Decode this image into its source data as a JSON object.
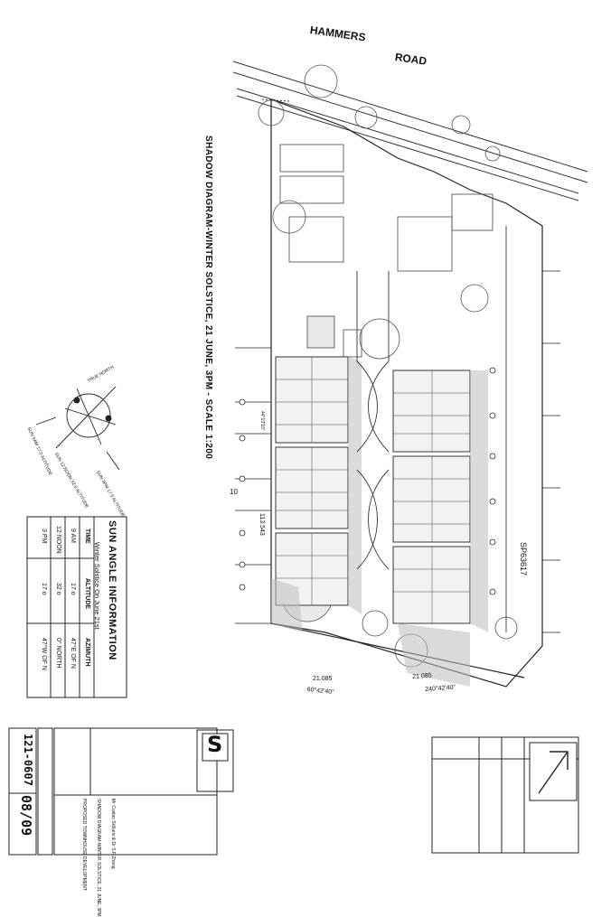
{
  "road": {
    "word1": "HAMMERS",
    "word2": "ROAD"
  },
  "diagram_title": "SHADOW DIAGRAM-WINTER SOLSTICE, 21 JUNE, 3PM - SCALE 1:200",
  "north_labels": {
    "true_north": "TRUE NORTH",
    "summer": "SUN 9AM 17.0 ALTITUDE",
    "winter": "SUN 12 NOON 32.0 ALTITUDE",
    "pm": "SUN 3PM 17.0 ALTITUDE"
  },
  "dims": {
    "d1": "21.085",
    "d2": "60°42'40\"",
    "d3": "113.543",
    "d4": "10",
    "d5": "21.085",
    "d6": "240°42'40\"",
    "d7": "44°13'10\""
  },
  "sp_label": "SP63617",
  "sun_angle": {
    "title": "SUN ANGLE INFORMATION",
    "subtitle": "Winter Solstice On June 21st",
    "headers": [
      "TIME",
      "ALTITUDE",
      "AZIMUTH"
    ],
    "rows": [
      [
        "9 AM",
        "17 o",
        "47°E OF N"
      ],
      [
        "12 NOON",
        "32 o",
        "0° NORTH"
      ],
      [
        "3 PM",
        "17 o",
        "47°W OF N"
      ]
    ]
  },
  "title_block": {
    "sheet": "08/09",
    "job": "121-0607",
    "project": "PROPOSED TOWNHOUSE DEVELOPMENT",
    "drawing": "SHADOW DIAGRAM-WINTER SOLSTICE, 21 JUNE, 3PM",
    "client": "Mr Costas Skillaris & Dr S.F Zhang",
    "logo_letter": "S"
  }
}
